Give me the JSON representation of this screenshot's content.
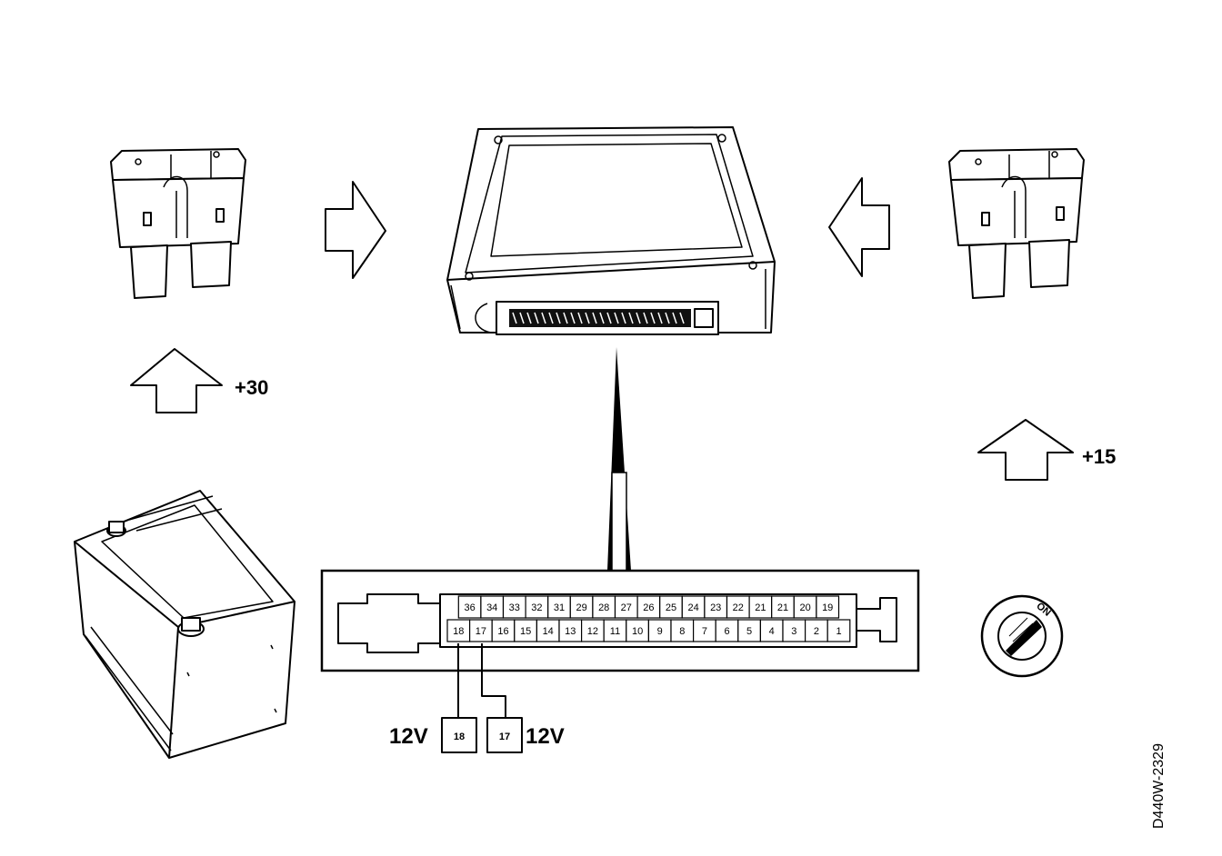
{
  "labels": {
    "plus30": "+30",
    "plus15": "+15",
    "volt_left": "12V",
    "volt_right": "12V",
    "ignition_on": "ON",
    "doc_code": "D440W-2329"
  },
  "connector": {
    "top_row": [
      "36",
      "34",
      "33",
      "32",
      "31",
      "29",
      "28",
      "27",
      "26",
      "25",
      "24",
      "23",
      "22",
      "21",
      "21",
      "20",
      "19"
    ],
    "bottom_row": [
      "18",
      "17",
      "16",
      "15",
      "14",
      "13",
      "12",
      "11",
      "10",
      "9",
      "8",
      "7",
      "6",
      "5",
      "4",
      "3",
      "2",
      "1"
    ]
  },
  "pin_callouts": {
    "left": "18",
    "right": "17"
  }
}
